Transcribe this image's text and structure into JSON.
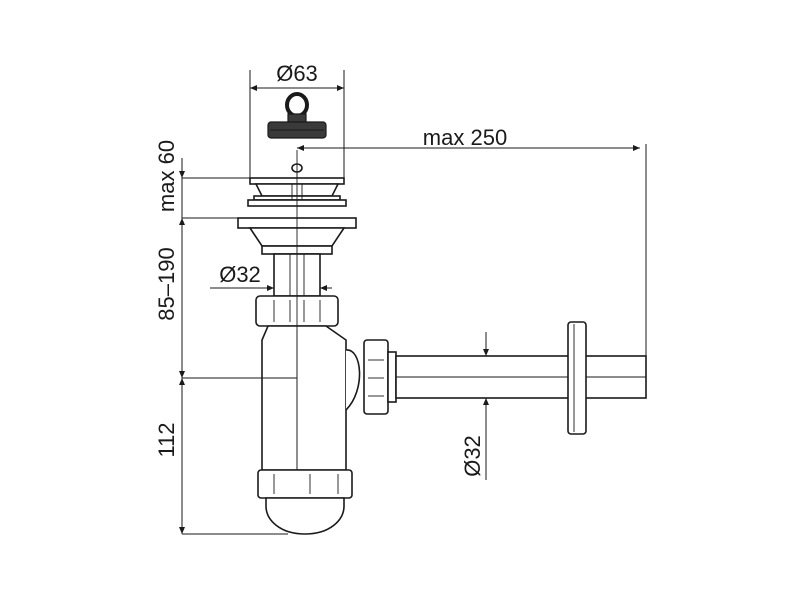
{
  "dimensions": {
    "stopper_diameter": "Ø63",
    "max_reach": "max 250",
    "max_height": "max 60",
    "height_range": "85–190",
    "trap_height": "112",
    "tube_diameter": "Ø32",
    "outlet_diameter": "Ø32"
  },
  "colors": {
    "line": "#1a1a1a",
    "stopper": "#3a3a3a",
    "background": "#ffffff"
  }
}
